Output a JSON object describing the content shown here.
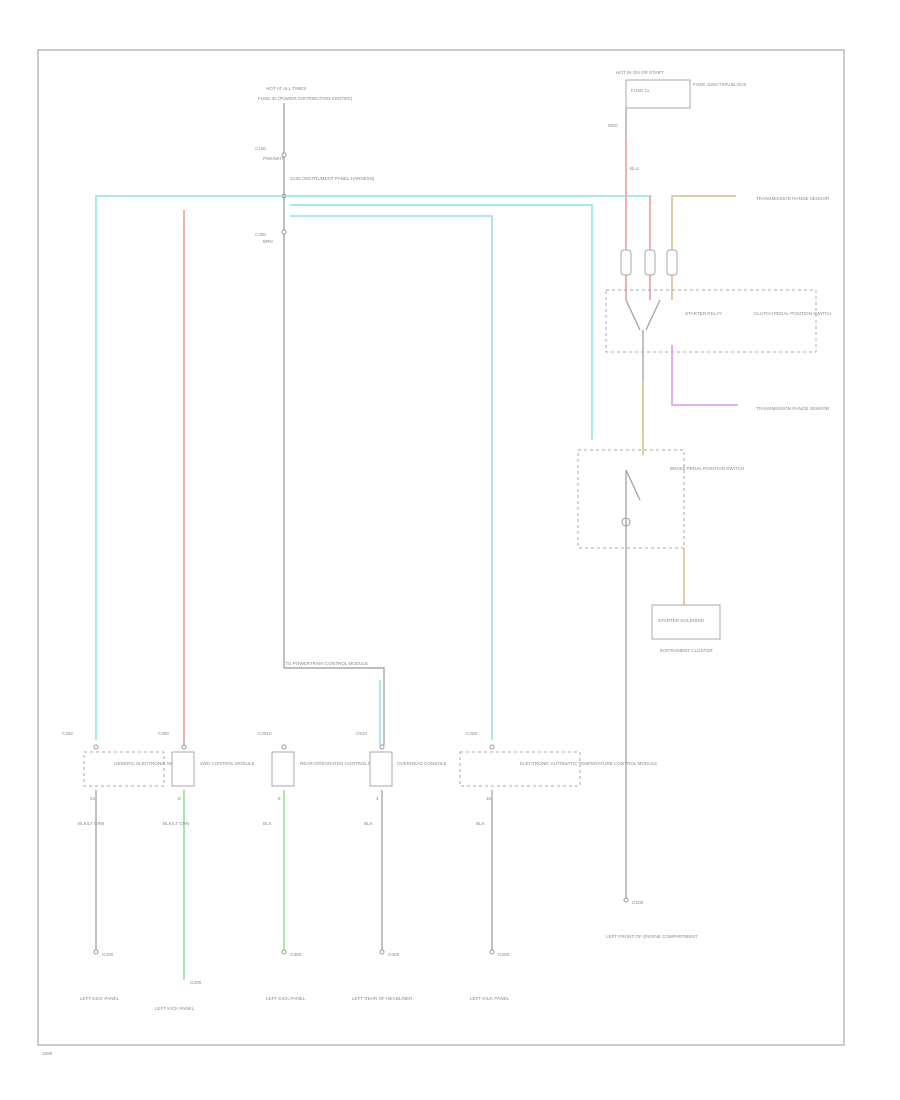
{
  "page_label": "1999",
  "colors": {
    "frame": "#a8a8a8",
    "wire_lt_blue": "#a0e6ea",
    "wire_pink": "#f2a8a8",
    "wire_green": "#9fe89f",
    "wire_tan": "#dcc89a",
    "wire_violet": "#e2a6e8",
    "wire_gray": "#a8a8a8"
  },
  "top_center": {
    "source": "HOT AT ALL TIMES",
    "fuse": "FUSE 30 (POWER DISTRIBUTION CENTER)",
    "conn_top": "C100",
    "wire_top": "PNK/WHT",
    "splice": "S135 (INSTRUMENT PANEL HARNESS)",
    "conn_bottom": "C200",
    "wire_bottom": "BRN"
  },
  "top_right": {
    "source": "HOT IN ON OR START",
    "fuse": "FUSE 11",
    "fuse_box": "FUSE JUNCTION BLOCK",
    "wire": "RED",
    "wire2": "BLU"
  },
  "right_refs": {
    "tan_ref": "TRANSMISSION RANGE SENSOR",
    "violet_ref": "TRANSMISSION RANGE SENSOR",
    "relay_label": "STARTER RELAY",
    "brake_switch": "BRAKE PEDAL POSITION SWITCH",
    "relay_sw": "CLUTCH PEDAL POSITION SWITCH",
    "solenoid": "STARTER SOLENOID",
    "solenoid_note": "INSTRUMENT CLUSTER",
    "ground_label": "G100",
    "ground_note": "LEFT FRONT OF ENGINE COMPARTMENT"
  },
  "bottom_bus_label": "TO POWERTRAIN CONTROL MODULE",
  "modules": [
    {
      "name": "GENERIC ELECTRONIC MODULE",
      "conn_top": "C282",
      "pin_bottom": "22",
      "wire": "BLK/LT GRN",
      "ground": "G200",
      "ground_note": "LEFT KICK PANEL"
    },
    {
      "name": "4WD CONTROL MODULE",
      "conn_top": "C290",
      "pin_bottom": "8",
      "wire": "BLK/LT GRN",
      "ground": "G200",
      "ground_note": "LEFT KICK PANEL"
    },
    {
      "name": "REAR INTEGRATED CONTROL MODULE",
      "conn_top": "C2010",
      "pin_bottom": "6",
      "wire": "BLK",
      "ground": "G300",
      "ground_note": "LEFT KICK PANEL"
    },
    {
      "name": "OVERHEAD CONSOLE",
      "conn_top": "C910",
      "pin_bottom": "4",
      "wire": "BLK",
      "ground": "G400",
      "ground_note": "LEFT REAR OF HEADLINER"
    },
    {
      "name": "ELECTRONIC AUTOMATIC TEMPERATURE CONTROL MODULE",
      "conn_top": "C228",
      "pin_bottom": "16",
      "wire": "BLK",
      "ground": "G200",
      "ground_note": "LEFT KICK PANEL"
    }
  ],
  "right_ground": {
    "id": "G100",
    "note": "LEFT FRONT OF ENGINE COMPARTMENT"
  }
}
